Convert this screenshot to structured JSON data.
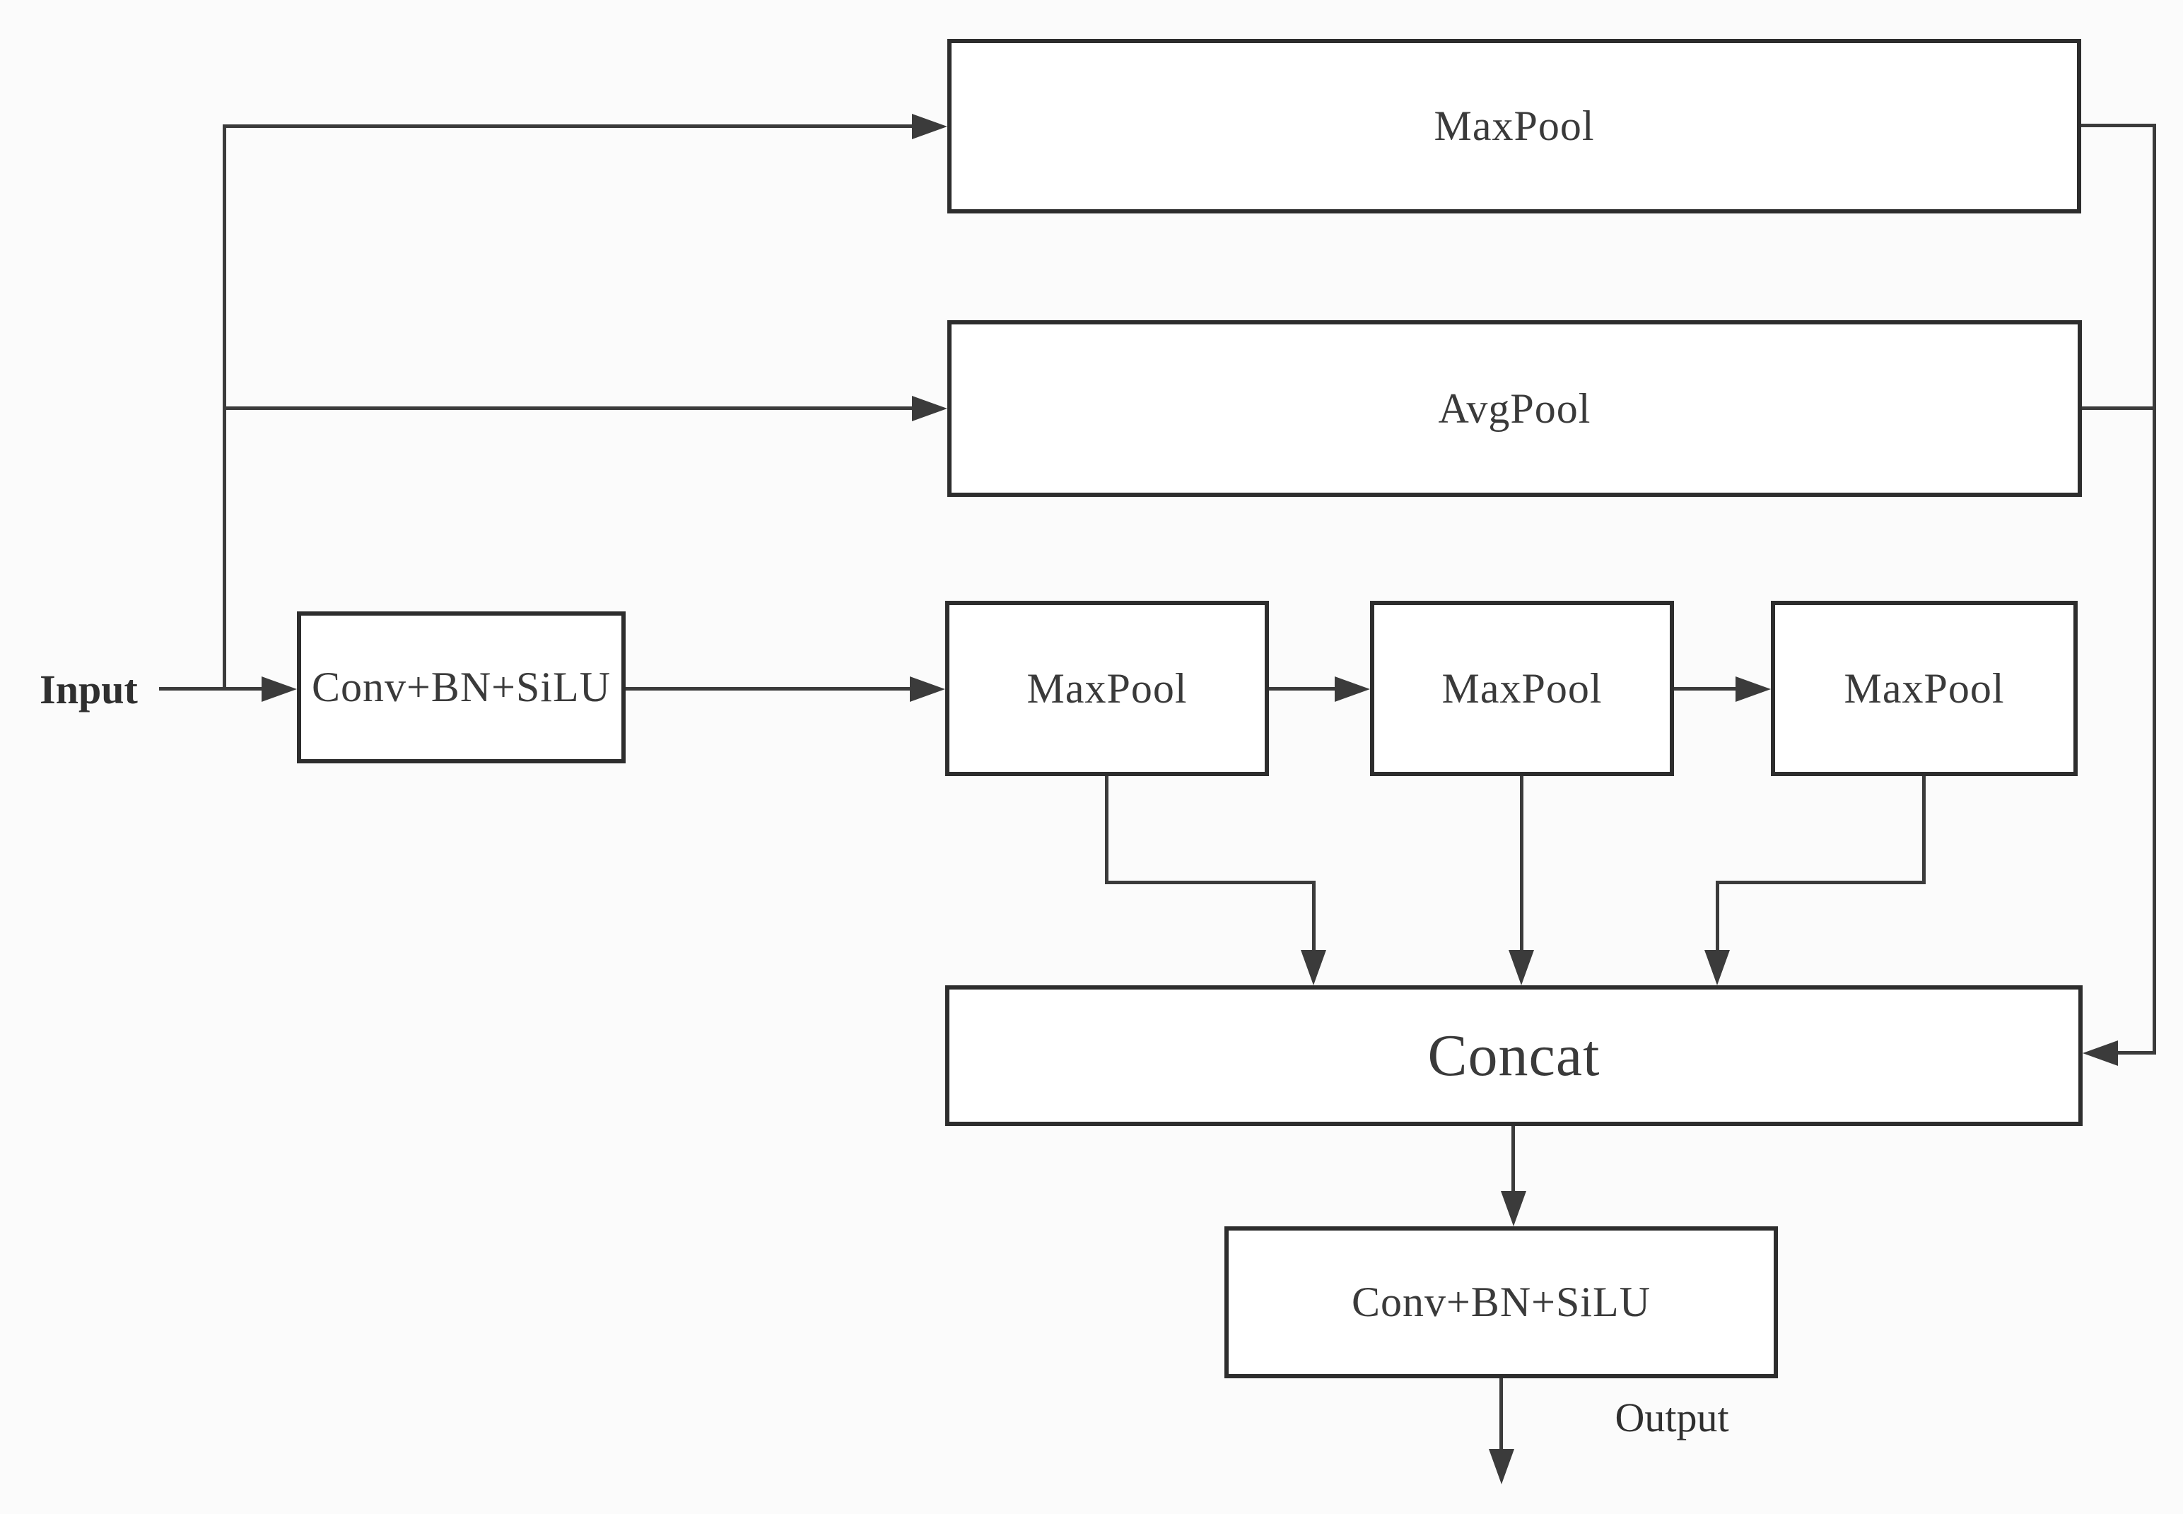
{
  "diagram": {
    "type": "block-diagram",
    "io": {
      "input_label": "Input",
      "output_label": "Output"
    },
    "nodes": {
      "top_maxpool": "MaxPool",
      "avgpool": "AvgPool",
      "conv_in": "Conv+BN+SiLU",
      "maxpool_1": "MaxPool",
      "maxpool_2": "MaxPool",
      "maxpool_3": "MaxPool",
      "concat": "Concat",
      "conv_out": "Conv+BN+SiLU"
    },
    "edges": [
      {
        "from": "input",
        "to": "top_maxpool"
      },
      {
        "from": "input",
        "to": "avgpool"
      },
      {
        "from": "input",
        "to": "conv_in"
      },
      {
        "from": "conv_in",
        "to": "maxpool_1"
      },
      {
        "from": "maxpool_1",
        "to": "maxpool_2"
      },
      {
        "from": "maxpool_2",
        "to": "maxpool_3"
      },
      {
        "from": "maxpool_1",
        "to": "concat"
      },
      {
        "from": "maxpool_2",
        "to": "concat"
      },
      {
        "from": "maxpool_3",
        "to": "concat"
      },
      {
        "from": "top_maxpool",
        "to": "concat"
      },
      {
        "from": "avgpool",
        "to": "concat"
      },
      {
        "from": "concat",
        "to": "conv_out"
      },
      {
        "from": "conv_out",
        "to": "output"
      }
    ],
    "colors": {
      "line": "#3b3b3b",
      "box_border": "#2d2d2d",
      "box_fill": "#ffffff",
      "text": "#3a3a3a",
      "background": "#fbfbfb"
    }
  }
}
